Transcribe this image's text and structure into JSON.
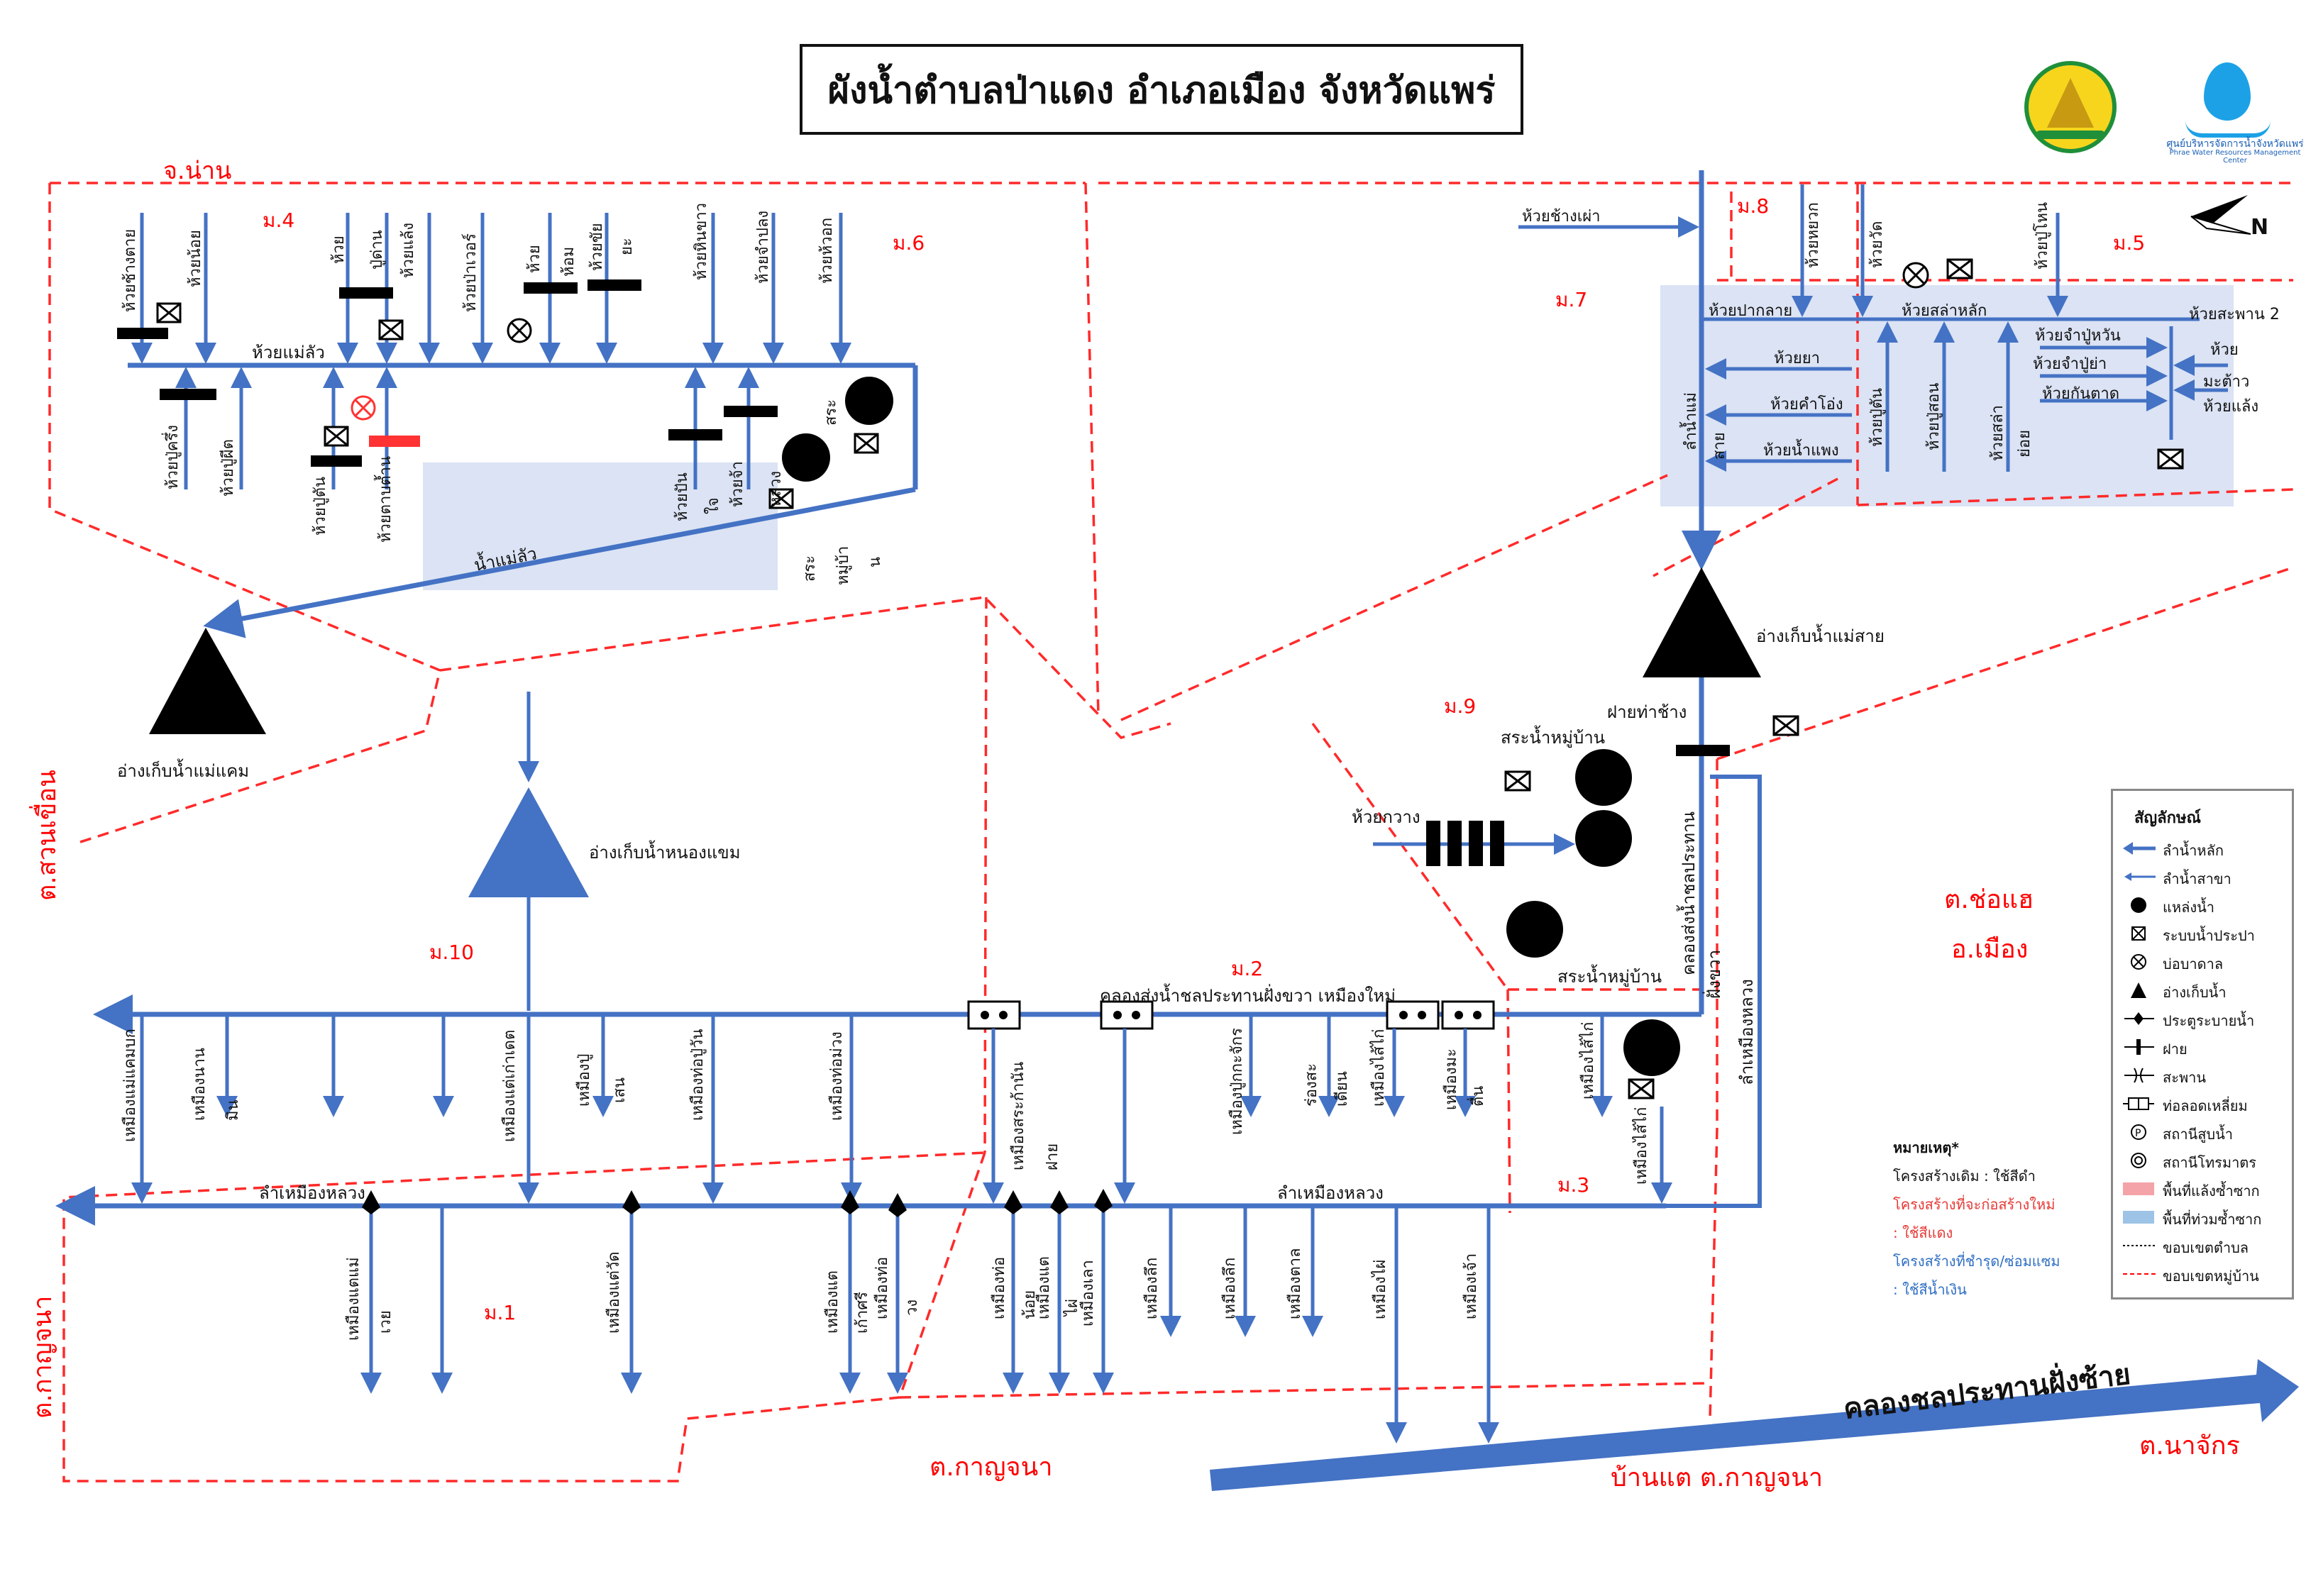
{
  "title": "ผังน้ำตำบลป่าแดง อำเภอเมือง จังหวัดแพร่",
  "logos": {
    "logo2_line1": "ศูนย์บริหารจัดการน้ำจังหวัดแพร่",
    "logo2_line2": "Phrae Water Resources Management Center"
  },
  "colors": {
    "river": "#4472c4",
    "boundary": "#ff0000",
    "area": "#dbe3f4",
    "structure": "#000000",
    "new": "#ff3333"
  },
  "region_labels": {
    "nan": "จ.น่าน",
    "suan_khuean": "ต.สวนเขื่อน",
    "kanchana_left": "ต.กาญจนา",
    "kanchana_bottom": "ต.กาญจนา",
    "cho_hae": "ต.ช่อแฮ",
    "mueang": "อ.เมือง",
    "ban_tae": "บ้านแต ต.กาญจนา",
    "na_chak": "ต.นาจักร"
  },
  "villages": {
    "m1": "ม.1",
    "m2": "ม.2",
    "m3": "ม.3",
    "m4": "ม.4",
    "m5": "ม.5",
    "m6": "ม.6",
    "m7": "ม.7",
    "m8": "ม.8",
    "m9": "ม.9",
    "m10": "ม.10"
  },
  "reservoirs": {
    "mae_kham": "อ่างเก็บน้ำแม่แคม",
    "nong_saem": "อ่างเก็บน้ำหนองแขม",
    "mae_sai": "อ่างเก็บน้ำแม่สาย"
  },
  "left_zone": {
    "main_stream": "ห้วยแม่ลัว",
    "river_out": "น้ำแม่ลัว",
    "top_streams": [
      "ห้วยช้างตาย",
      "ห้วยน้อย",
      "ห้วย",
      "ปู่ด่าน",
      "ห้วยแล้ง",
      "ห้วยป่าเวอร์",
      "ห้วย",
      "ห้อม",
      "ห้วยขัย",
      "ยะ",
      "ห้วยหินขาว",
      "ห้วยจำปลง",
      "ห้วยห้วอก"
    ],
    "bottom_streams": [
      "ห้วยปู่ครึ่ง",
      "ห้วยปู่ผีต",
      "ห้วยปู่ตัน",
      "ห้วยตาบต้ำน",
      "ห้วยปัน",
      "ใจ",
      "ห้วยจ้า",
      "หลวง"
    ],
    "pond_labels": [
      "สระ",
      "สระ",
      "หมู่บ้า",
      "น"
    ]
  },
  "right_zone": {
    "inflow": "ห้วยช้างเผ่า",
    "top_streams": [
      "ห้วยหยวก",
      "ห้วยวัด",
      "ห้วยปู่โหน"
    ],
    "junctions": [
      "ห้วยปากลาย",
      "ห้วยสล่าหลัก",
      "ห้วยสะพาน 2"
    ],
    "inner_streams": [
      "ห้วยยา",
      "ห้วยคำโอ่ง",
      "ห้วยน้ำแพง"
    ],
    "right_streams": [
      "ห้วยจำปู่หวัน",
      "ห้วยจำปู่ย่า",
      "ห้วยกันตาด"
    ],
    "right_edge": [
      "ห้วย",
      "มะต้าว",
      "ห้วยแล้ง"
    ],
    "vertical_labels": [
      "ลำน้ำแม่",
      "สาย",
      "ห้วยปู่ตัน",
      "ห้วยปู่สอน",
      "ห้วยสล่า",
      "ย่อย"
    ]
  },
  "middle_zone": {
    "weir": "ฝายท่าช้าง",
    "inflow": "ห้วยกวาง",
    "pond1": "สระน้ำหมู่บ้าน",
    "pond2": "สระน้ำหมู่บ้าน",
    "irrigation_canal": "คลองส่งน้ำชลประทาน",
    "canal_suffix": "ฝั่งขวา",
    "lam_muang_luang_v": "ลำเหมืองหลวง"
  },
  "canal_right": "คลองส่งน้ำชลประทานฝั่งขวา เหมืองใหม่",
  "canal_left_bank": "คลองชลประทานฝั่งซ้าย",
  "lam_muang_luang": "ลำเหมืองหลวง",
  "upper_ditches": [
    "เหมืองแม่แคมบก",
    "เหมืองนาน",
    "มิน",
    "เหมืองแต่เก่าเดต",
    "เหมืองปู่",
    "เสน",
    "เหมืองท่อปู่วัน",
    "เหมืองท่อม่วง",
    "เหมืองสระก้านัน",
    "ฝาย",
    "เหมืองปู่กกะจักร",
    "ร่องสะ",
    "เดียน",
    "เหมืองไส้ไก่",
    "เหมืองมะ",
    "ตื่น",
    "เหมืองไส้ไก่",
    "เหมืองไส้ไก่"
  ],
  "lower_ditches": [
    "เหมืองแตแม่",
    "เวย",
    "เหมืองแต่วัด",
    "เหมืองแต",
    "เก้าศรี",
    "เหมืองท่อ",
    "วง",
    "เหมืองท่อ",
    "น้อย",
    "เหมืองแต",
    "ไผ่",
    "เหมืองเลา",
    "เหมืองลึก",
    "เหมืองลึก",
    "เหมืองตาล",
    "เหมืองไผ่",
    "เหมืองเจ้า"
  ],
  "legend": {
    "title": "สัญลักษณ์",
    "items": [
      "ลำน้ำหลัก",
      "ลำน้ำสาขา",
      "แหล่งน้ำ",
      "ระบบน้ำประปา",
      "บ่อบาดาล",
      "อ่างเก็บน้ำ",
      "ประตูระบายน้ำ",
      "ฝาย",
      "สะพาน",
      "ท่อลอดเหลี่ยม",
      "สถานีสูบน้ำ",
      "สถานีโทรมาตร",
      "พื้นที่แล้งซ้ำซาก",
      "พื้นที่ท่วมซ้ำซาก",
      "ขอบเขตตำบล",
      "ขอบเขตหมู่บ้าน"
    ]
  },
  "notes": {
    "title": "หมายเหตุ*",
    "line1": "โครงสร้างเดิม : ใช้สีดำ",
    "line2": "โครงสร้างที่จะก่อสร้างใหม่",
    "line3": ": ใช้สีแดง",
    "line4": "โครงสร้างที่ชำรุด/ซ่อมแซม",
    "line5": ": ใช้สีน้ำเงิน"
  },
  "compass": "N"
}
